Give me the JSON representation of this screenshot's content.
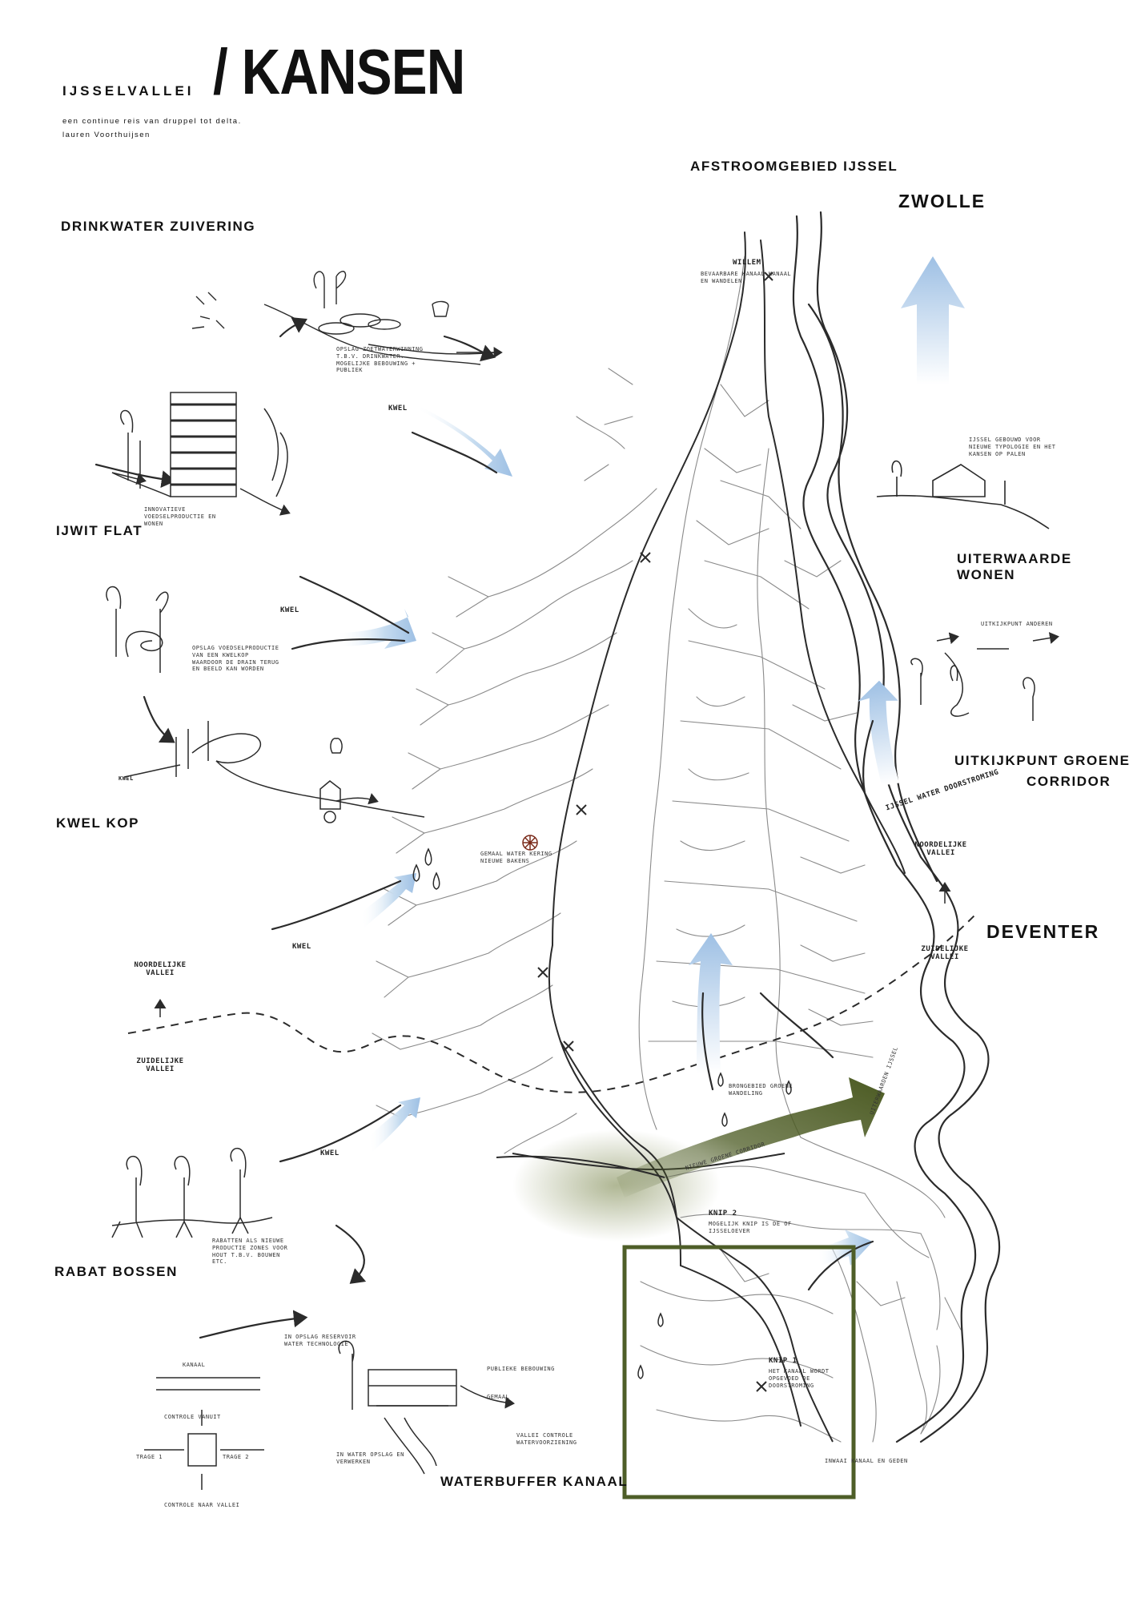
{
  "header": {
    "region": "IJSSELVALLEI",
    "title": "/ KANSEN",
    "subtitle": "een continue reis van druppel tot delta.",
    "author": "lauren Voorthuijsen"
  },
  "map_labels": {
    "catchment": "AFSTROOMGEBIED IJSSEL",
    "city_north": "ZWOLLE",
    "city_south": "DEVENTER"
  },
  "side_labels": {
    "drinkwater": "DRINKWATER ZUIVERING",
    "ijwit": "IJWIT FLAT",
    "kwelkop": "KWEL KOP",
    "rabat": "RABAT BOSSEN",
    "waterbuffer": "WATERBUFFER KANAAL",
    "uiterwaarde": "UITERWAARDE WONEN",
    "uitkijkpunt_1": "UITKIJKPUNT GROENE",
    "uitkijkpunt_2": "CORRIDOR"
  },
  "arrow_labels": {
    "kwel_1": "KWEL",
    "kwel_2": "KWEL",
    "kwel_3": "KWEL",
    "kwel_4": "KWEL",
    "kwel_5": "KWEL"
  },
  "valley_labels": {
    "north_left": "NOORDELIJKE VALLEI",
    "south_left": "ZUIDELIJKE VALLEI",
    "north_right": "NOORDELIJKE VALLEI",
    "south_right": "ZUIDELIJKE VALLEI",
    "ijssel_flow": "IJSSEL WATER DOORSTROMING"
  },
  "annotations": {
    "willem": "WILLEM",
    "willem_note": "BEVAARBARE KANAAL KANAAL EN WANDELEN",
    "drink_note": "OPSLAG ZOETWATERWINNING T.B.V. DRINKWATER. MOGELIJKE BEBOUWING + PUBLIEK",
    "ijwit_note": "INNOVATIEVE VOEDSELPRODUCTIE EN WONEN",
    "kwel_note": "OPSLAG VOEDSELPRODUCTIE VAN EEN KWELKOP WAARDOOR DE DRAIN TERUG EN BEELD KAN WORDEN",
    "rabat_note": "RABATTEN ALS NIEUWE PRODUCTIE ZONES VOOR HOUT T.B.V. BOUWEN ETC.",
    "genau_note": "GEMAAL WATER KERING NIEUWE BAKENS",
    "brongebied": "BRONGEBIED GROENE WANDELING",
    "corridor": "NIEUWE GROENE CORRIDOR",
    "knip2": "KNIP 2",
    "knip2_note": "MOGELIJK KNIP IS DE OF IJSSELOEVER",
    "knip1": "KNIP 1",
    "knip1_note": "HET KANAAL WORDT OPGEVOED DE DOORSTROMING",
    "uitwaaien": "INWAAI KANAAL EN GEDEN",
    "kanaal": "KANAAL",
    "uiterwaarde_note": "IJSSEL GEBOUWD VOOR NIEUWE TYPOLOGIE EN HET KANSEN OP PALEN",
    "uitkijk_note": "UITKIJKPUNT ANDEREN",
    "waterbuffer_1": "IN OPSLAG RESERVOIR WATER TECHNOLOGIE",
    "waterbuffer_2": "PUBLIEKE BEBOUWING",
    "waterbuffer_3": "GEMAAL",
    "waterbuffer_4": "VALLEI CONTROLE WATERVOORZIENING",
    "waterbuffer_5": "IN WATER OPSLAG EN VERWERKEN",
    "sluice_top": "CONTROLE VANUIT",
    "sluice_bottom": "CONTROLE NAAR VALLEI",
    "sluice_left": "TRAGE 1",
    "sluice_right": "TRAGE 2",
    "ijssel_diagonal": "UITERWAARDEN IJSSEL",
    "ijssel_note": "NOORDELIJKE VALLEI"
  },
  "colors": {
    "ink": "#2b2b2b",
    "arrow_blue": "#9ec0e4",
    "corridor_green": "#4b5a22",
    "frame_green": "#4e5e28"
  }
}
